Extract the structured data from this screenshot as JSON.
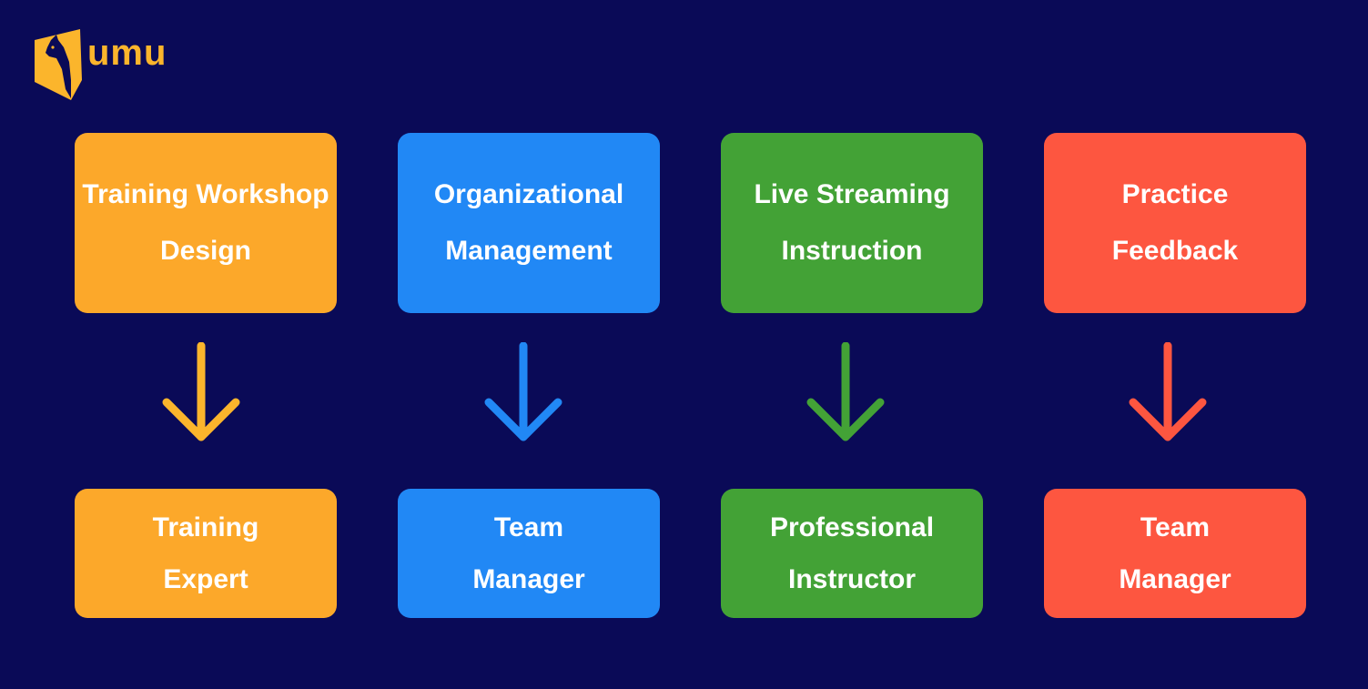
{
  "logo": {
    "text": "umu",
    "color": "#fbb52c"
  },
  "colors": {
    "background": "#0a0a57",
    "orange": "#fca82a",
    "blue": "#2188f5",
    "green": "#43a236",
    "red": "#fd5640",
    "text": "#ffffff"
  },
  "columns": [
    {
      "top": "Training Workshop\nDesign",
      "bottom": "Training\nExpert",
      "color": "#fca82a",
      "arrow_color": "#fbb52c"
    },
    {
      "top": "Organizational\nManagement",
      "bottom": "Team\nManager",
      "color": "#2188f5",
      "arrow_color": "#2188f5"
    },
    {
      "top": "Live Streaming\nInstruction",
      "bottom": "Professional\nInstructor",
      "color": "#43a236",
      "arrow_color": "#43a236"
    },
    {
      "top": "Practice\nFeedback",
      "bottom": "Team\nManager",
      "color": "#fd5640",
      "arrow_color": "#fd5640"
    }
  ]
}
